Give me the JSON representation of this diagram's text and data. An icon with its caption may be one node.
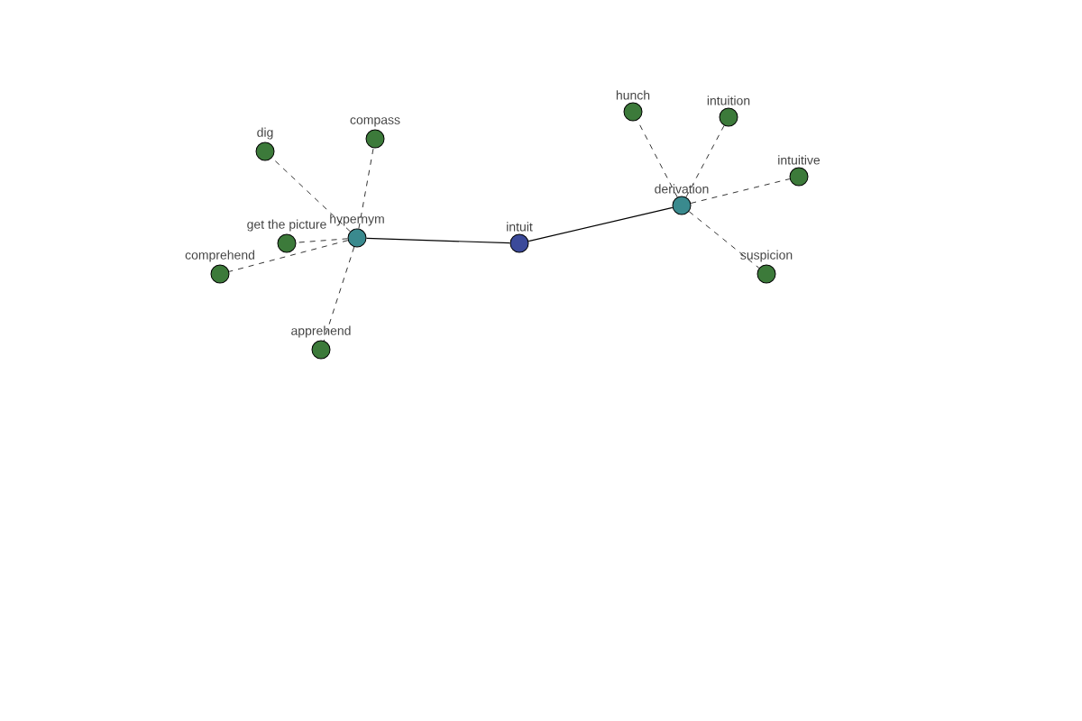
{
  "diagram": {
    "nodes": [
      {
        "text": [
          "intuit"
        ]
      },
      {
        "text": [
          "hypernym"
        ]
      },
      {
        "text": [
          "derivation"
        ]
      },
      {
        "text": [
          "dig"
        ]
      },
      {
        "text": [
          "compass"
        ]
      },
      {
        "text": [
          "get the picture"
        ]
      },
      {
        "text": [
          "comprehend"
        ]
      },
      {
        "text": [
          "apprehend"
        ]
      },
      {
        "text": [
          "hunch"
        ]
      },
      {
        "text": [
          "intuition"
        ]
      },
      {
        "text": [
          "intuitive"
        ]
      },
      {
        "text": [
          "suspicion"
        ]
      }
    ],
    "edges": [
      {
        "from": 0,
        "to": 1,
        "arrow": "none"
      },
      {
        "from": 0,
        "to": 2,
        "arrow": "none"
      },
      {
        "from": 1,
        "to": 3,
        "arrow": "none",
        "style": "dashed"
      },
      {
        "from": 1,
        "to": 4,
        "arrow": "none",
        "style": "dashed"
      },
      {
        "from": 1,
        "to": 5,
        "arrow": "none",
        "style": "dashed"
      },
      {
        "from": 1,
        "to": 6,
        "arrow": "none",
        "style": "dashed"
      },
      {
        "from": 1,
        "to": 7,
        "arrow": "none",
        "style": "dashed"
      },
      {
        "from": 2,
        "to": 8,
        "arrow": "none",
        "style": "dashed"
      },
      {
        "from": 2,
        "to": 9,
        "arrow": "none",
        "style": "dashed"
      },
      {
        "from": 2,
        "to": 10,
        "arrow": "none",
        "style": "dashed"
      },
      {
        "from": 2,
        "to": 11,
        "arrow": "none",
        "style": "dashed"
      }
    ]
  }
}
